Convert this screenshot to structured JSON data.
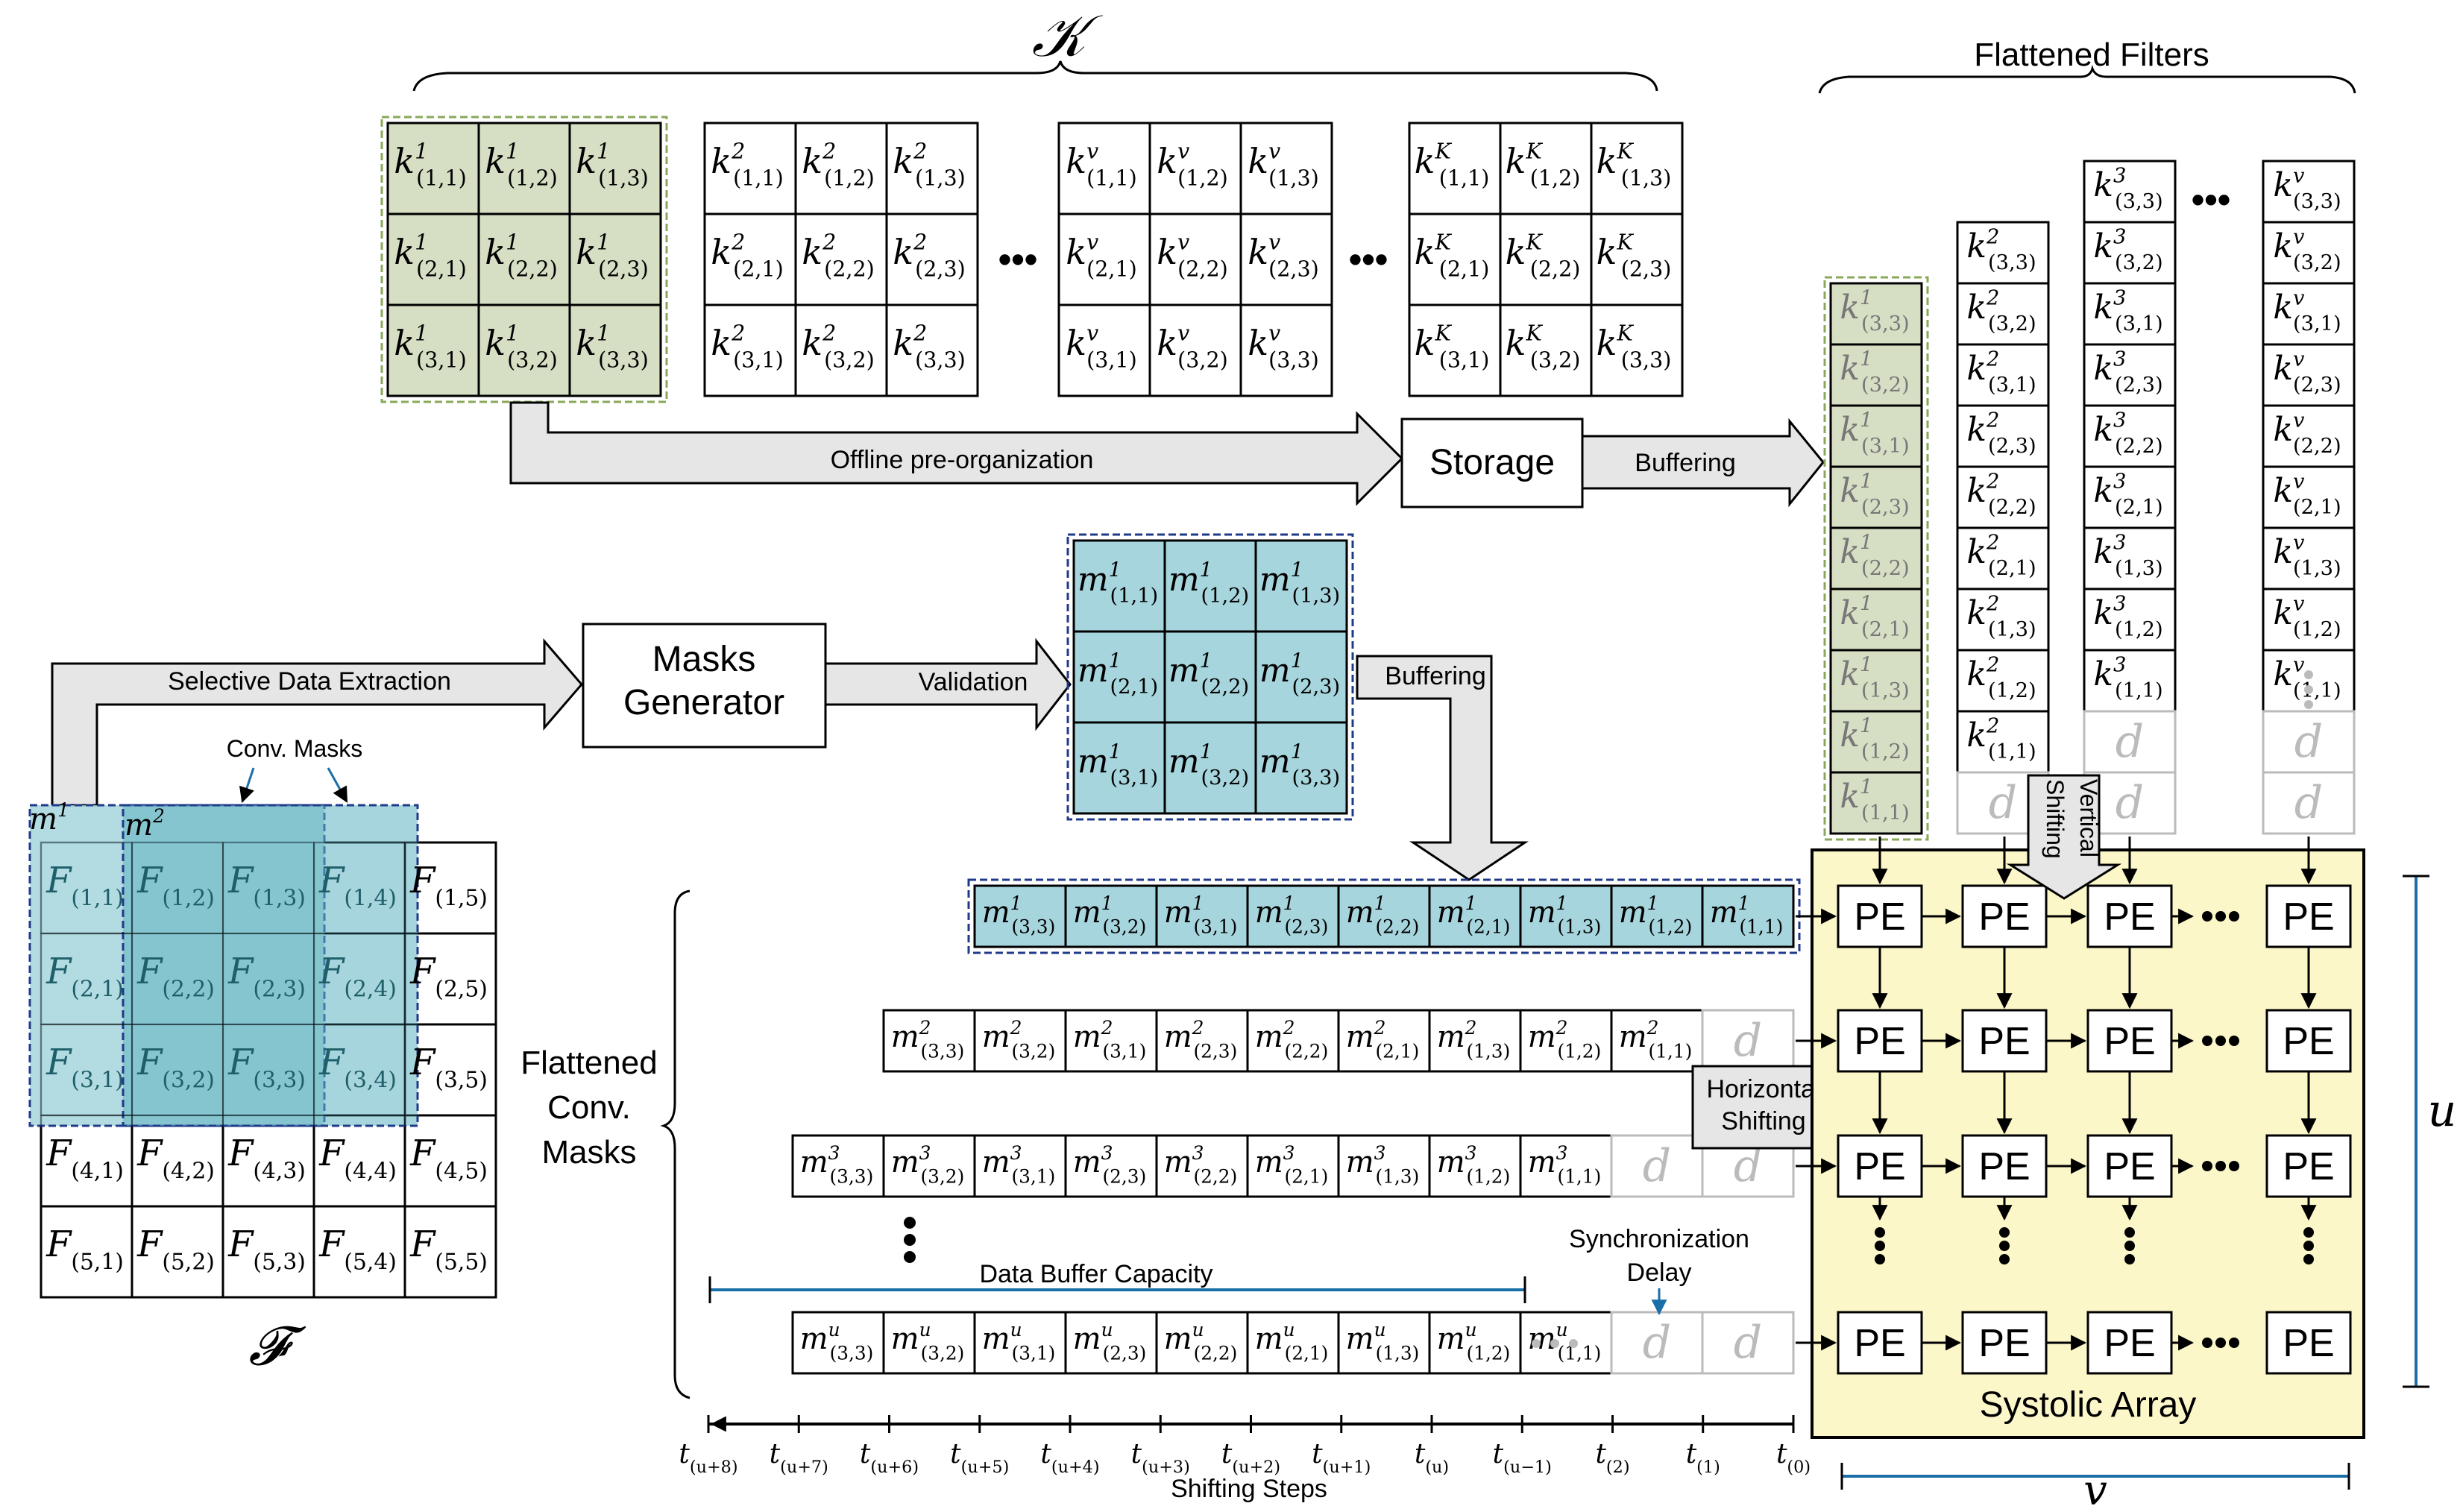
{
  "title_symbol": "𝒦",
  "kernels": [
    {
      "letter": "k",
      "sup": "1",
      "highlight": true
    },
    {
      "letter": "k",
      "sup": "2",
      "highlight": false
    },
    {
      "letter": "k",
      "sup": "v",
      "highlight": false
    },
    {
      "letter": "k",
      "sup": "K",
      "highlight": false
    }
  ],
  "kernel_ellipsis": "•••",
  "labels": {
    "offline": "Offline pre-organization",
    "storage": "Storage",
    "buffering1": "Buffering",
    "buffering2": "Buffering",
    "selective": "Selective Data Extraction",
    "masks_generator_1": "Masks",
    "masks_generator_2": "Generator",
    "validation": "Validation",
    "conv_masks": "Conv. Masks",
    "flattened_filters": "Flattened Filters",
    "flattened_conv_1": "Flattened",
    "flattened_conv_2": "Conv.",
    "flattened_conv_3": "Masks",
    "horizontal_1": "Horizontal",
    "horizontal_2": "Shifting",
    "vertical_1": "Vertical",
    "vertical_2": "Shifting",
    "data_buffer": "Data Buffer Capacity",
    "sync_1": "Synchronization",
    "sync_2": "Delay",
    "systolic": "Systolic Array",
    "shifting_steps": "Shifting Steps",
    "u_symbol": "u",
    "v_symbol": "v",
    "f_symbol": "𝓕",
    "pe": "PE",
    "m1": "m",
    "m1_sup": "1",
    "m2": "m",
    "m2_sup": "2",
    "d": "d"
  },
  "filter_columns": [
    {
      "sup": "1",
      "cells": [
        "(3,3)",
        "(3,2)",
        "(3,1)",
        "(2,3)",
        "(2,2)",
        "(2,1)",
        "(1,3)",
        "(1,2)",
        "(1,1)"
      ],
      "dcount": 0,
      "highlight": true
    },
    {
      "sup": "2",
      "cells": [
        "(3,3)",
        "(3,2)",
        "(3,1)",
        "(2,3)",
        "(2,2)",
        "(2,1)",
        "(1,3)",
        "(1,2)",
        "(1,1)"
      ],
      "dcount": 1,
      "highlight": false
    },
    {
      "sup": "3",
      "cells": [
        "(3,3)",
        "(3,2)",
        "(3,1)",
        "(2,3)",
        "(2,2)",
        "(2,1)",
        "(1,3)",
        "(1,2)",
        "(1,1)"
      ],
      "dcount": 2,
      "highlight": false
    },
    {
      "sup": "v",
      "cells": [
        "(3,3)",
        "(3,2)",
        "(3,1)",
        "(2,3)",
        "(2,2)",
        "(2,1)",
        "(1,3)",
        "(1,2)",
        "(1,1)"
      ],
      "dcount": 2,
      "highlight": false
    }
  ],
  "mask_rows": [
    {
      "sup": "1",
      "cells": [
        "(3,3)",
        "(3,2)",
        "(3,1)",
        "(2,3)",
        "(2,2)",
        "(2,1)",
        "(1,3)",
        "(1,2)",
        "(1,1)"
      ],
      "dcount": 0,
      "highlight": true
    },
    {
      "sup": "2",
      "cells": [
        "(3,3)",
        "(3,2)",
        "(3,1)",
        "(2,3)",
        "(2,2)",
        "(2,1)",
        "(1,3)",
        "(1,2)",
        "(1,1)"
      ],
      "dcount": 1,
      "highlight": false
    },
    {
      "sup": "3",
      "cells": [
        "(3,3)",
        "(3,2)",
        "(3,1)",
        "(2,3)",
        "(2,2)",
        "(2,1)",
        "(1,3)",
        "(1,2)",
        "(1,1)"
      ],
      "dcount": 2,
      "highlight": false
    },
    {
      "sup": "u",
      "cells": [
        "(3,3)",
        "(3,2)",
        "(3,1)",
        "(2,3)",
        "(2,2)",
        "(2,1)",
        "(1,3)",
        "(1,2)",
        "(1,1)"
      ],
      "dcount": 2,
      "highlight": false
    }
  ],
  "time_ticks": [
    "(u+8)",
    "(u+7)",
    "(u+6)",
    "(u+5)",
    "(u+4)",
    "(u+3)",
    "(u+2)",
    "(u+1)",
    "(u)",
    "(u−1)",
    "(2)",
    "(1)",
    "(0)"
  ],
  "time_letter": "t",
  "colors": {
    "kernel_green": "#d6dfc4",
    "green_border": "#8aa85a",
    "mask_teal": "#a6d5dd",
    "mask_teal_dark": "#5fb3c1",
    "blue_border": "#1f3a8a",
    "systolic_bg": "#fcf7c9",
    "arrow_fill": "#e6e6e6",
    "accent_blue": "#1b6fa8",
    "d_gray": "#bbbbbb"
  }
}
